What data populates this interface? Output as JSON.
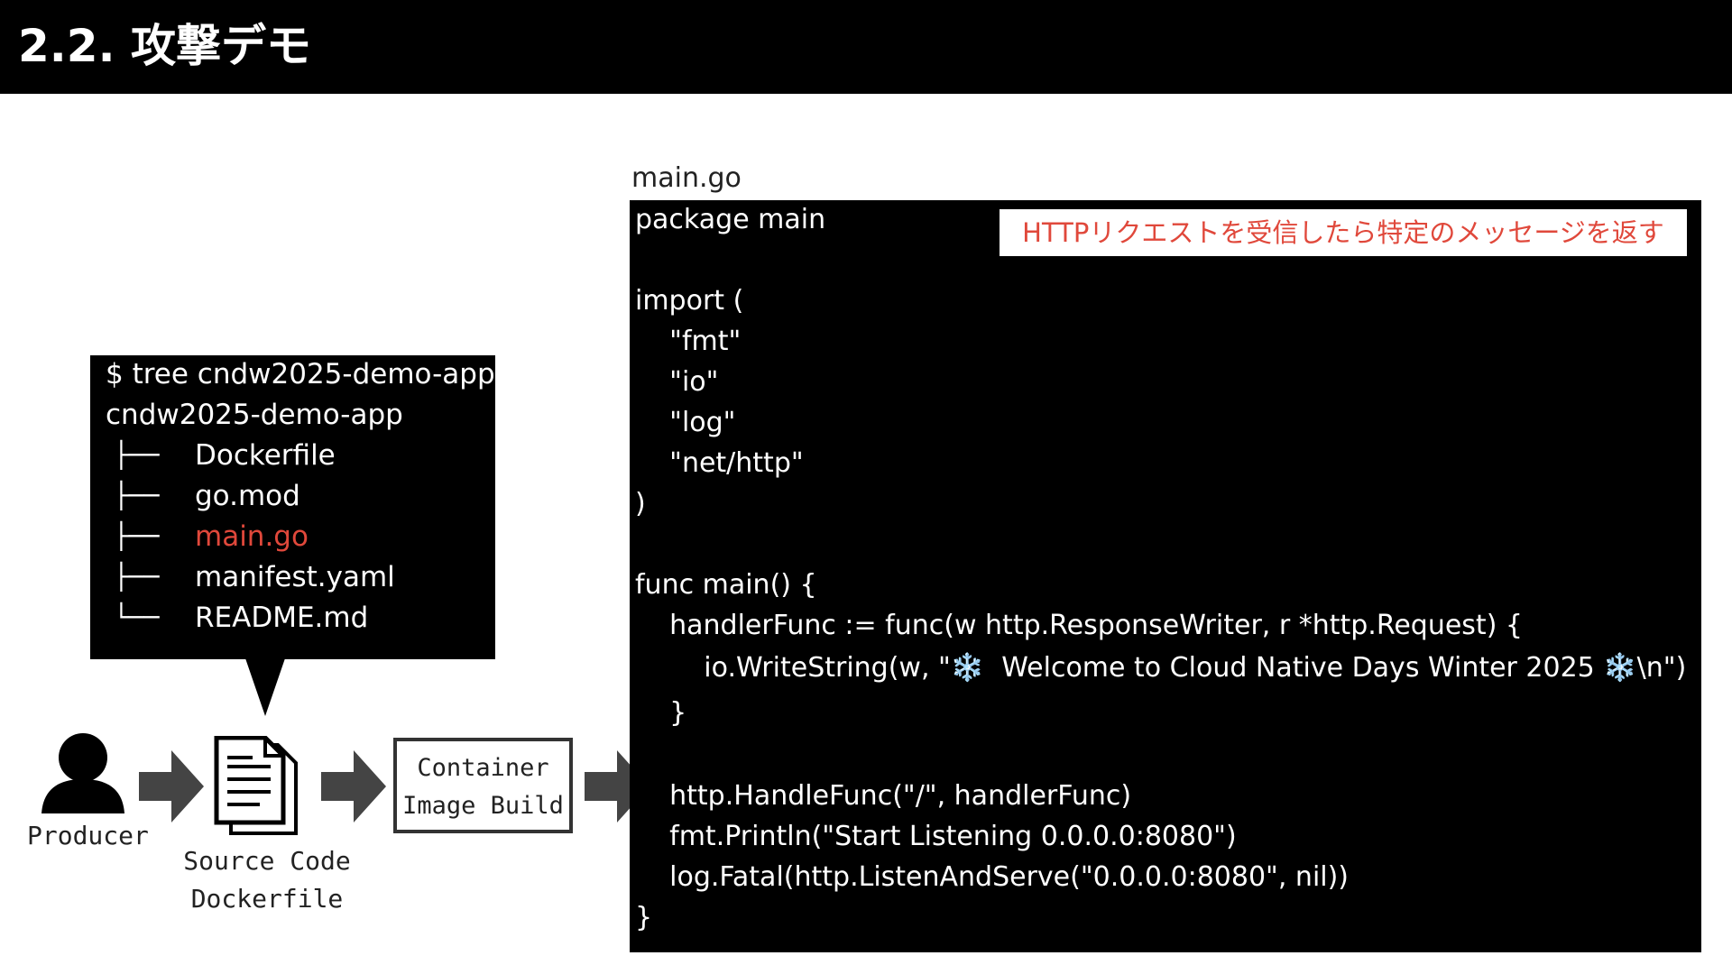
{
  "slide": {
    "title": "2.2. 攻撃デモ"
  },
  "tree": {
    "command": "$ tree cndw2025-demo-app",
    "root": "cndw2025-demo-app",
    "entries": [
      {
        "branch": "├──",
        "name": "Dockerfile"
      },
      {
        "branch": "├──",
        "name": "go.mod"
      },
      {
        "branch": "├──",
        "name": "main.go"
      },
      {
        "branch": "├──",
        "name": "manifest.yaml"
      },
      {
        "branch": "└──",
        "name": "README.md"
      }
    ],
    "highlight_color": "#e0483b"
  },
  "flow": {
    "producer_label": "Producer",
    "source_line1": "Source Code",
    "source_line2": "Dockerfile",
    "build_line1": "Container",
    "build_line2": "Image Build",
    "user_icon": "person-icon",
    "doc_icon": "document-icon"
  },
  "code": {
    "filename": "main.go",
    "annotation": "HTTPリクエストを受信したら特定のメッセージを返す",
    "lines": [
      "package main",
      "",
      "import (",
      "    \"fmt\"",
      "    \"io\"",
      "    \"log\"",
      "    \"net/http\"",
      ")",
      "",
      "func main() {",
      "    handlerFunc := func(w http.ResponseWriter, r *http.Request) {",
      "        io.WriteString(w, \"❄️  Welcome to Cloud Native Days Winter 2025 ❄️\\n\")",
      "    }",
      "",
      "    http.HandleFunc(\"/\", handlerFunc)",
      "    fmt.Println(\"Start Listening 0.0.0.0:8080\")",
      "    log.Fatal(http.ListenAndServe(\"0.0.0.0:8080\", nil))",
      "}"
    ]
  }
}
